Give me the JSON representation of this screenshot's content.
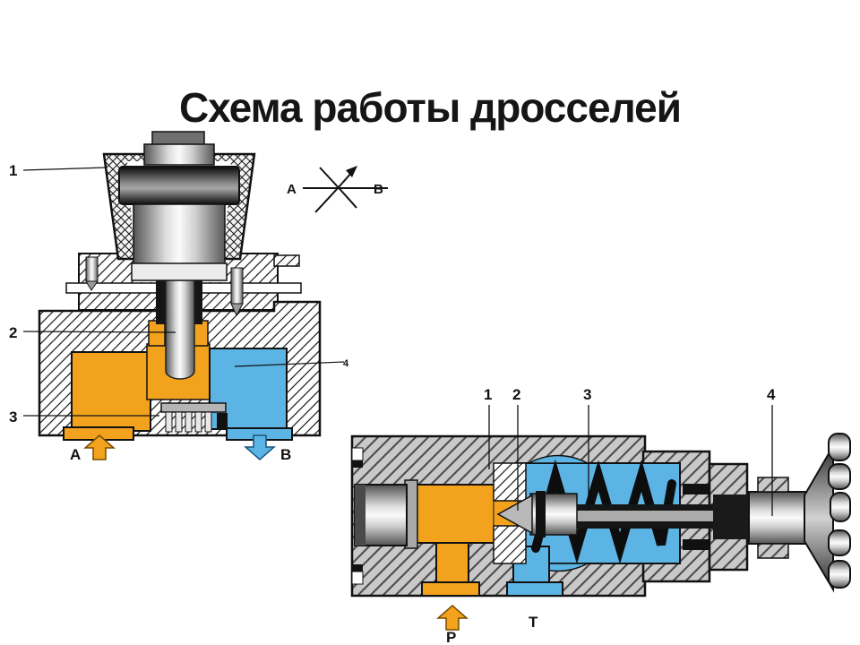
{
  "slide": {
    "title": "Схема работы дросселей"
  },
  "colors": {
    "flow_in_orange": "#F2A21D",
    "flow_out_blue": "#5CB4E4",
    "body_gray": "#C9C9C9",
    "ink": "#111111"
  },
  "hydraulic_symbol": {
    "port_a": "A",
    "port_b": "B"
  },
  "left_diagram": {
    "labels": {
      "n1": "1",
      "n2": "2",
      "n3": "3",
      "n4": "4"
    },
    "ports": {
      "a": "A",
      "b": "B"
    }
  },
  "right_diagram": {
    "labels": {
      "n1": "1",
      "n2": "2",
      "n3": "3",
      "n4": "4"
    },
    "ports": {
      "p": "P",
      "t": "T"
    }
  }
}
